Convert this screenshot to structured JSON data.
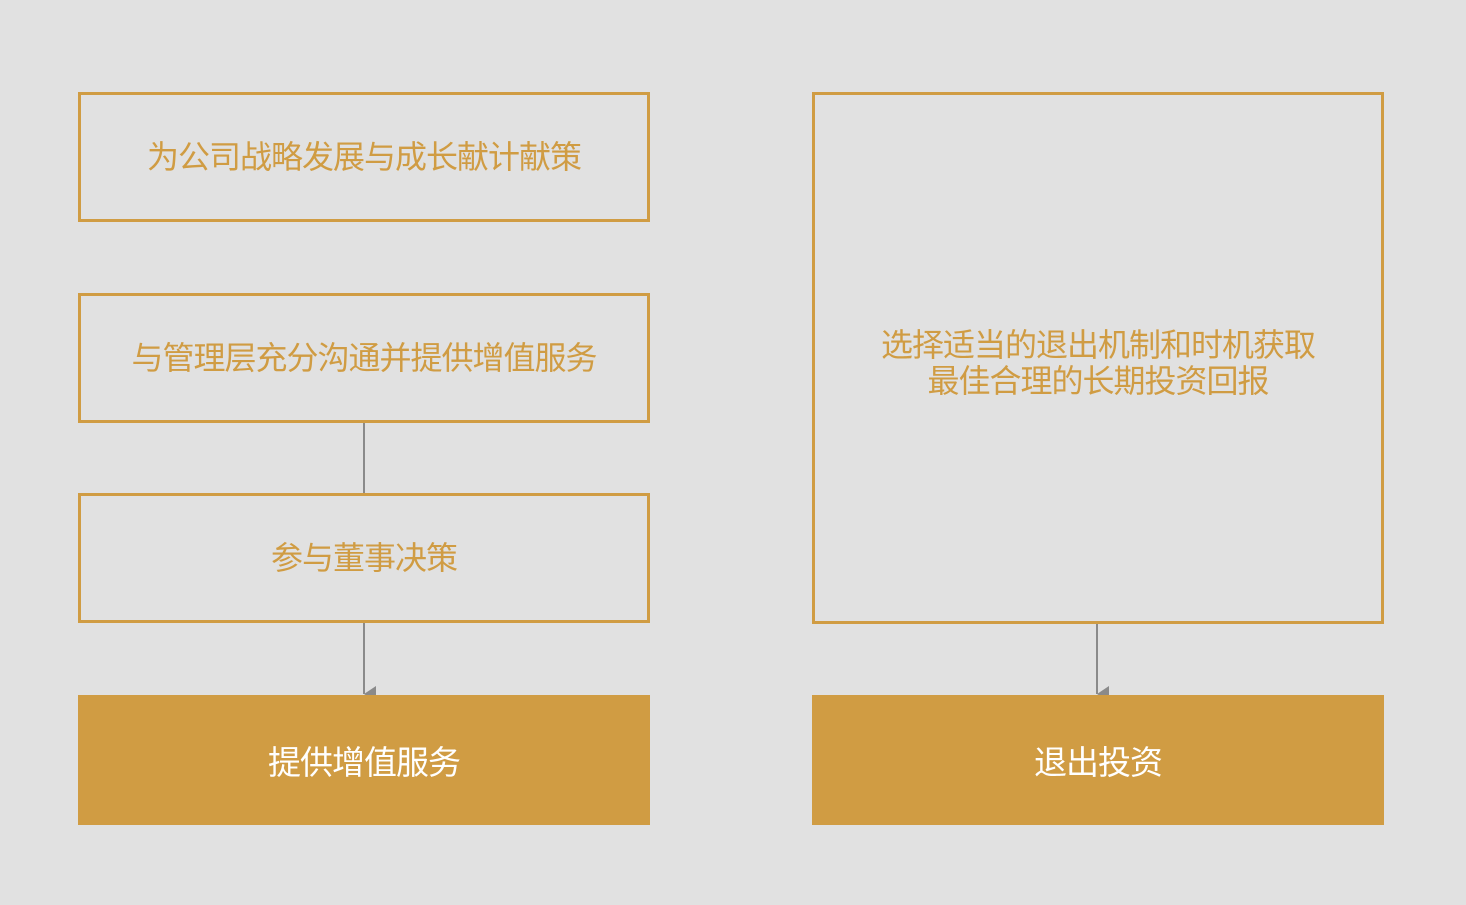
{
  "left_column": {
    "box1": "为公司战略发展与成长献计献策",
    "box2": "与管理层充分沟通并提供增值服务",
    "box3": "参与董事决策",
    "result": "提供增值服务"
  },
  "right_column": {
    "box1": "选择适当的退出机制和时机获取\n最佳合理的长期投资回报",
    "result": "退出投资"
  },
  "colors": {
    "background": "#e1e1e1",
    "accent": "#d09c43",
    "connector": "#8a8a8a",
    "result_text": "#ffffff"
  }
}
